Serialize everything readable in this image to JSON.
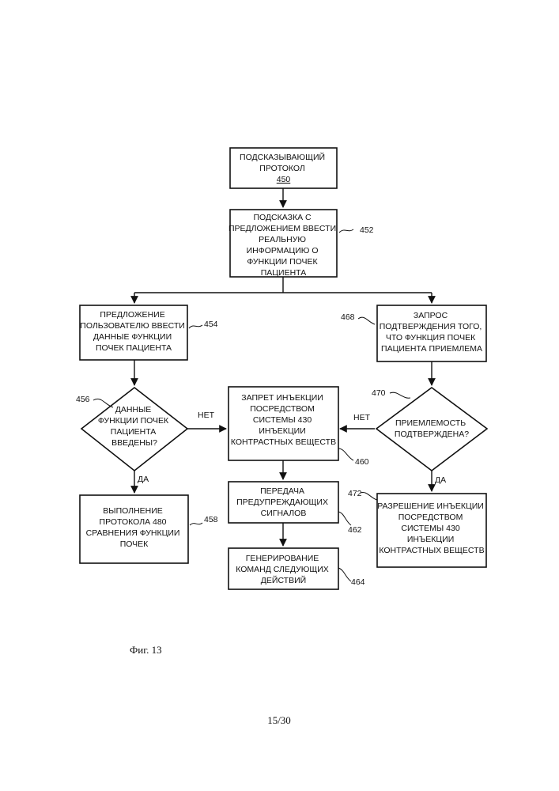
{
  "nodes": {
    "n450": {
      "lines": [
        "ПОДСКАЗЫВАЮЩИЙ",
        "ПРОТОКОЛ"
      ],
      "number": "450"
    },
    "n452": {
      "lines": [
        "ПОДСКАЗКА С",
        "ПРЕДЛОЖЕНИЕМ ВВЕСТИ",
        "РЕАЛЬНУЮ",
        "ИНФОРМАЦИЮ О",
        "ФУНКЦИИ ПОЧЕК",
        "ПАЦИЕНТА"
      ]
    },
    "n454": {
      "lines": [
        "ПРЕДЛОЖЕНИЕ",
        "ПОЛЬЗОВАТЕЛЮ ВВЕСТИ",
        "ДАННЫЕ ФУНКЦИИ",
        "ПОЧЕК ПАЦИЕНТА"
      ]
    },
    "n468": {
      "lines": [
        "ЗАПРОС",
        "ПОДТВЕРЖДЕНИЯ ТОГО,",
        "ЧТО ФУНКЦИЯ ПОЧЕК",
        "ПАЦИЕНТА ПРИЕМЛЕМА"
      ]
    },
    "n456": {
      "lines": [
        "ДАННЫЕ",
        "ФУНКЦИИ ПОЧЕК",
        "ПАЦИЕНТА",
        "ВВЕДЕНЫ?"
      ]
    },
    "n460": {
      "lines": [
        "ЗАПРЕТ ИНЪЕКЦИИ",
        "ПОСРЕДСТВОМ",
        "СИСТЕМЫ 430",
        "ИНЪЕКЦИИ",
        "КОНТРАСТНЫХ ВЕЩЕСТВ"
      ]
    },
    "n470": {
      "lines": [
        "ПРИЕМЛЕМОСТЬ",
        "ПОДТВЕРЖДЕНА?"
      ]
    },
    "n458": {
      "lines": [
        "ВЫПОЛНЕНИЕ",
        "ПРОТОКОЛА 480",
        "СРАВНЕНИЯ ФУНКЦИИ",
        "ПОЧЕК"
      ]
    },
    "n462": {
      "lines": [
        "ПЕРЕДАЧА",
        "ПРЕДУПРЕЖДАЮЩИХ",
        "СИГНАЛОВ"
      ]
    },
    "n472": {
      "lines": [
        "РАЗРЕШЕНИЕ ИНЪЕКЦИИ",
        "ПОСРЕДСТВОМ",
        "СИСТЕМЫ 430",
        "ИНЪЕКЦИИ",
        "КОНТРАСТНЫХ ВЕЩЕСТВ"
      ]
    },
    "n464": {
      "lines": [
        "ГЕНЕРИРОВАНИЕ",
        "КОМАНД СЛЕДУЮЩИХ",
        "ДЕЙСТВИЙ"
      ]
    }
  },
  "refs": {
    "r452": "452",
    "r454": "454",
    "r468": "468",
    "r456": "456",
    "r470": "470",
    "r460": "460",
    "r458": "458",
    "r472": "472",
    "r462": "462",
    "r464": "464"
  },
  "edge_labels": {
    "no_left": "НЕТ",
    "no_right": "НЕТ",
    "yes_left": "ДА",
    "yes_right": "ДА"
  },
  "figure_caption": "Фиг. 13",
  "page_number": "15/30"
}
